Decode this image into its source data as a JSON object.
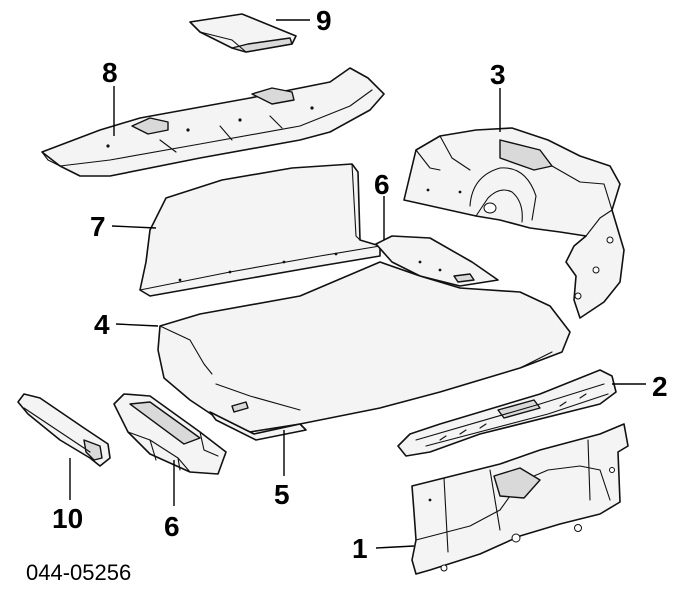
{
  "callouts": {
    "c1": "1",
    "c2": "2",
    "c3": "3",
    "c4": "4",
    "c5": "5",
    "c6a": "6",
    "c6b": "6",
    "c7": "7",
    "c8": "8",
    "c9": "9",
    "c10": "10"
  },
  "diagram_code": "044-05256"
}
